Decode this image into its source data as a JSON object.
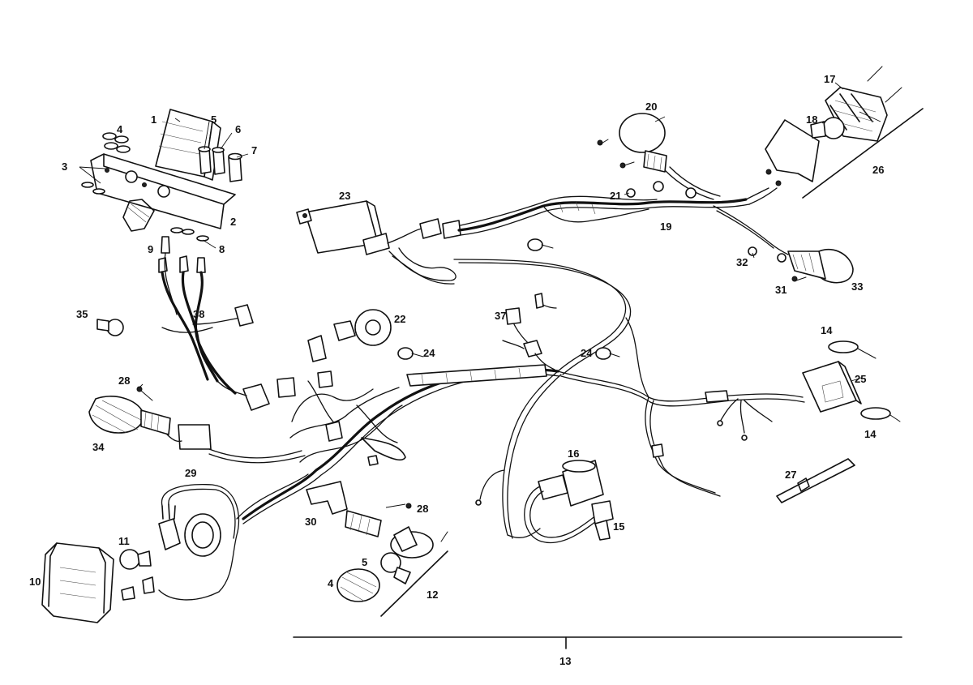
{
  "callouts": {
    "c1": "1",
    "c2": "2",
    "c3": "3",
    "c4a": "4",
    "c4b": "4",
    "c5a": "5",
    "c5b": "5",
    "c6": "6",
    "c7": "7",
    "c8": "8",
    "c9": "9",
    "c10": "10",
    "c11": "11",
    "c12": "12",
    "c13": "13",
    "c14a": "14",
    "c14b": "14",
    "c15": "15",
    "c16": "16",
    "c17": "17",
    "c18": "18",
    "c19": "19",
    "c20": "20",
    "c21": "21",
    "c22": "22",
    "c23": "23",
    "c24a": "24",
    "c24b": "24",
    "c25": "25",
    "c26": "26",
    "c27": "27",
    "c28a": "28",
    "c28b": "28",
    "c29": "29",
    "c30": "30",
    "c31": "31",
    "c32": "32",
    "c33": "33",
    "c34": "34",
    "c35": "35",
    "c37": "37",
    "c38": "38"
  }
}
